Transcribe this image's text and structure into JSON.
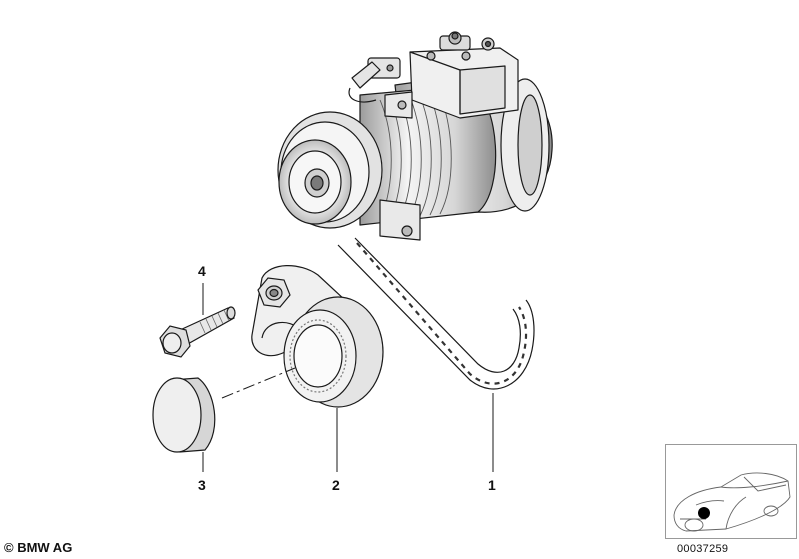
{
  "diagram": {
    "parts": [
      {
        "number": "1",
        "name": "drive-belt"
      },
      {
        "number": "2",
        "name": "tensioner-pulley"
      },
      {
        "number": "3",
        "name": "cap"
      },
      {
        "number": "4",
        "name": "hex-bolt"
      }
    ],
    "components": [
      "ac-compressor",
      "drive-belt",
      "tensioner-pulley",
      "cap",
      "hex-bolt"
    ]
  },
  "footer": {
    "copyright": "© BMW AG",
    "image_number": "00037259"
  },
  "thumbnail": {
    "marker_color": "#000000"
  },
  "colors": {
    "line": "#1a1a1a",
    "fill_light": "#f2f2f2",
    "fill_mid": "#d9d9d9",
    "fill_dark": "#9a9a9a",
    "background": "#ffffff"
  }
}
